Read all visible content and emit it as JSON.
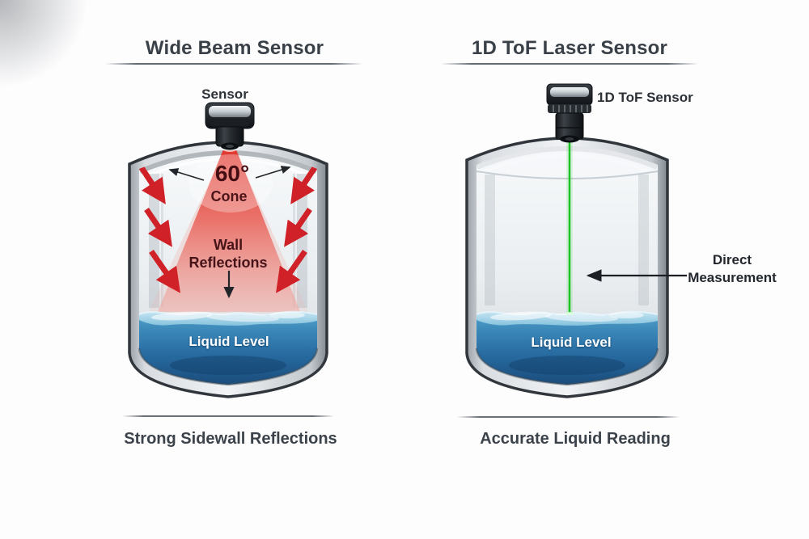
{
  "left_panel": {
    "title": "Wide Beam Sensor",
    "sensor_label": "Sensor",
    "beam": {
      "angle": "60°",
      "cone_word": "Cone"
    },
    "wall_reflections": {
      "line1": "Wall",
      "line2": "Reflections"
    },
    "liquid_level_label": "Liquid Level",
    "caption": "Strong Sidewall Reflections"
  },
  "right_panel": {
    "title": "1D ToF Laser Sensor",
    "sensor_label": "1D ToF Sensor",
    "direct_measurement": {
      "line1": "Direct",
      "line2": "Measurement"
    },
    "liquid_level_label": "Liquid Level",
    "caption": "Accurate Liquid Reading"
  },
  "colors": {
    "beam_red": "#cf2127",
    "laser_green": "#1cc226",
    "liquid_blue": "#2a6da3",
    "tank_outline": "#30363c",
    "title_text": "#3a4047",
    "annotation_dark_red": "#45121a",
    "arrow_black": "#22262a",
    "liquid_text": "#ffffff"
  }
}
